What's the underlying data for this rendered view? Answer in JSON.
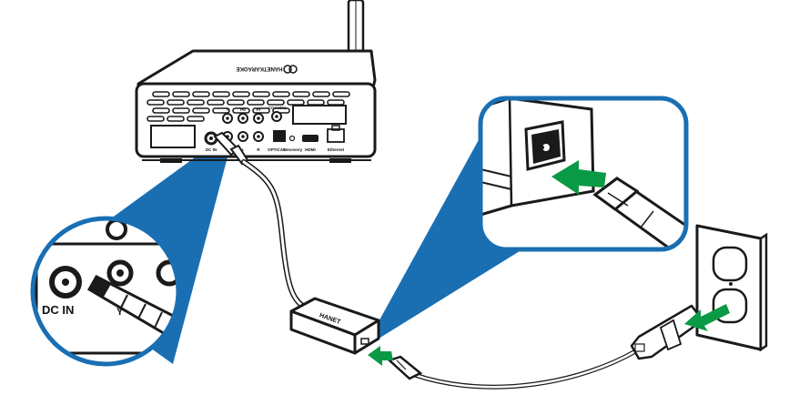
{
  "device": {
    "brand": "HANETKARAOKE",
    "ports": {
      "y": "Y",
      "pb": "Pb",
      "pr": "Pr",
      "coaxial": "COAXIAL",
      "dc_in": "DC IN",
      "l": "L",
      "r": "R",
      "optical": "OPTICAL",
      "recovery": "Recovery",
      "hdmi": "HDMI",
      "ethernet": "Ethernet"
    }
  },
  "adapter": {
    "brand": "HANET"
  },
  "zoom_left": {
    "dc_in": "DC IN",
    "y": "Y"
  },
  "colors": {
    "callout_blue": "#1a6fb3",
    "arrow_green": "#0a9a45",
    "outline": "#1a1a1a"
  }
}
